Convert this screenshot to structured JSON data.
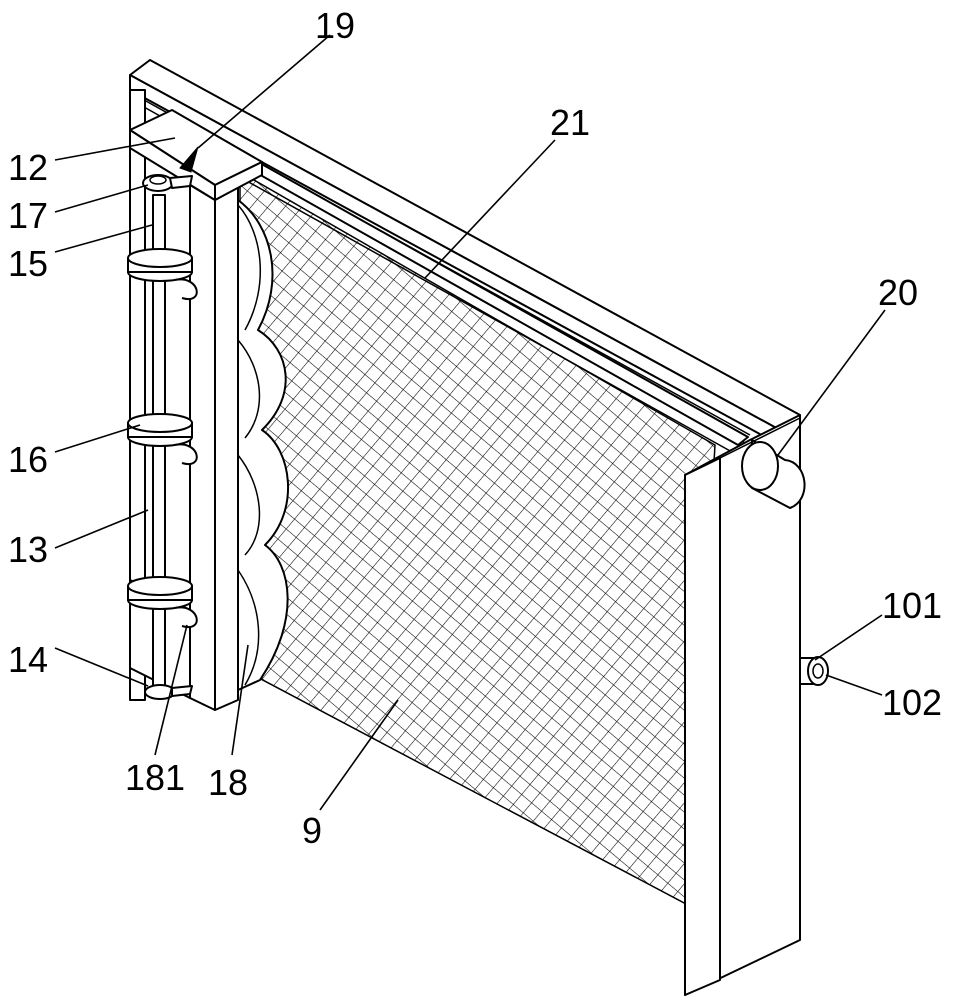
{
  "diagram": {
    "labels": {
      "l9": "9",
      "l12": "12",
      "l13": "13",
      "l14": "14",
      "l15": "15",
      "l16": "16",
      "l17": "17",
      "l18": "18",
      "l181": "181",
      "l19": "19",
      "l20": "20",
      "l21": "21",
      "l101": "101",
      "l102": "102"
    }
  }
}
